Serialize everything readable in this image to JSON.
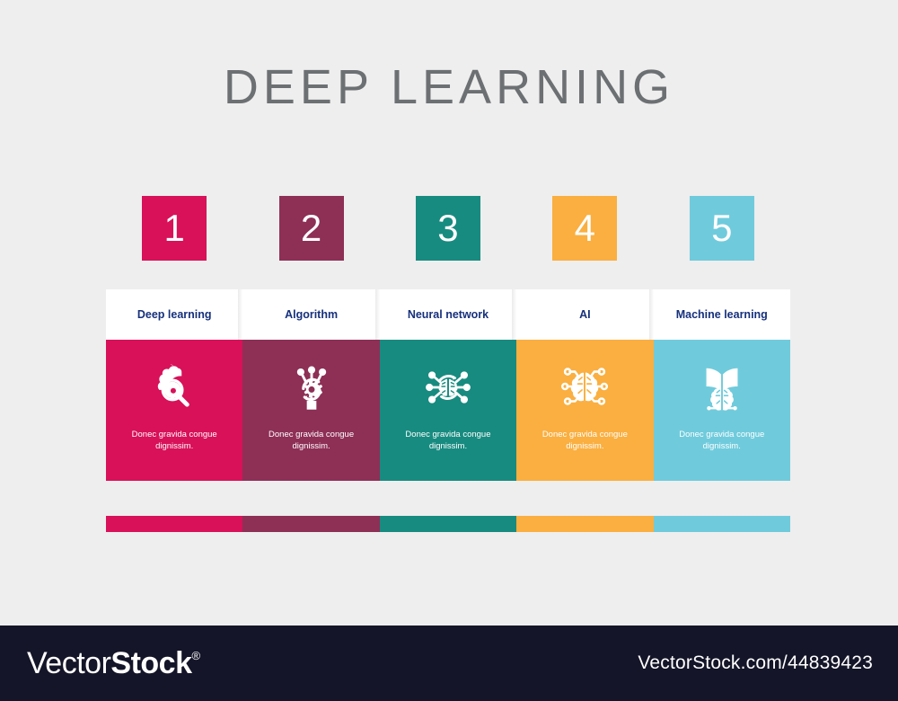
{
  "page": {
    "background_color": "#EEEEEE",
    "title": "DEEP LEARNING",
    "title_color": "#6D7073"
  },
  "steps": [
    {
      "number": "1",
      "label": "Deep learning",
      "description": "Donec gravida congue dignissim.",
      "color": "#D81159",
      "icon": "brain-magnifier-gear-icon"
    },
    {
      "number": "2",
      "label": "Algorithm",
      "description": "Donec gravida congue dignissim.",
      "color": "#8E2F56",
      "icon": "algorithm-gear-nodes-icon"
    },
    {
      "number": "3",
      "label": "Neural network",
      "description": "Donec gravida congue dignissim.",
      "color": "#188B80",
      "icon": "neural-network-brain-icon"
    },
    {
      "number": "4",
      "label": "AI",
      "description": "Donec gravida congue dignissim.",
      "color": "#FAAF40",
      "icon": "ai-brain-circuit-icon"
    },
    {
      "number": "5",
      "label": "Machine learning",
      "description": "Donec gravida congue dignissim.",
      "color": "#6FCBDC",
      "icon": "book-brain-icon"
    }
  ],
  "label_color": "#16307C",
  "footer": {
    "background_color": "#141528",
    "logo_part1": "Vector",
    "logo_part2": "Stock",
    "logo_registered": "®",
    "url": "VectorStock.com/44839423"
  }
}
